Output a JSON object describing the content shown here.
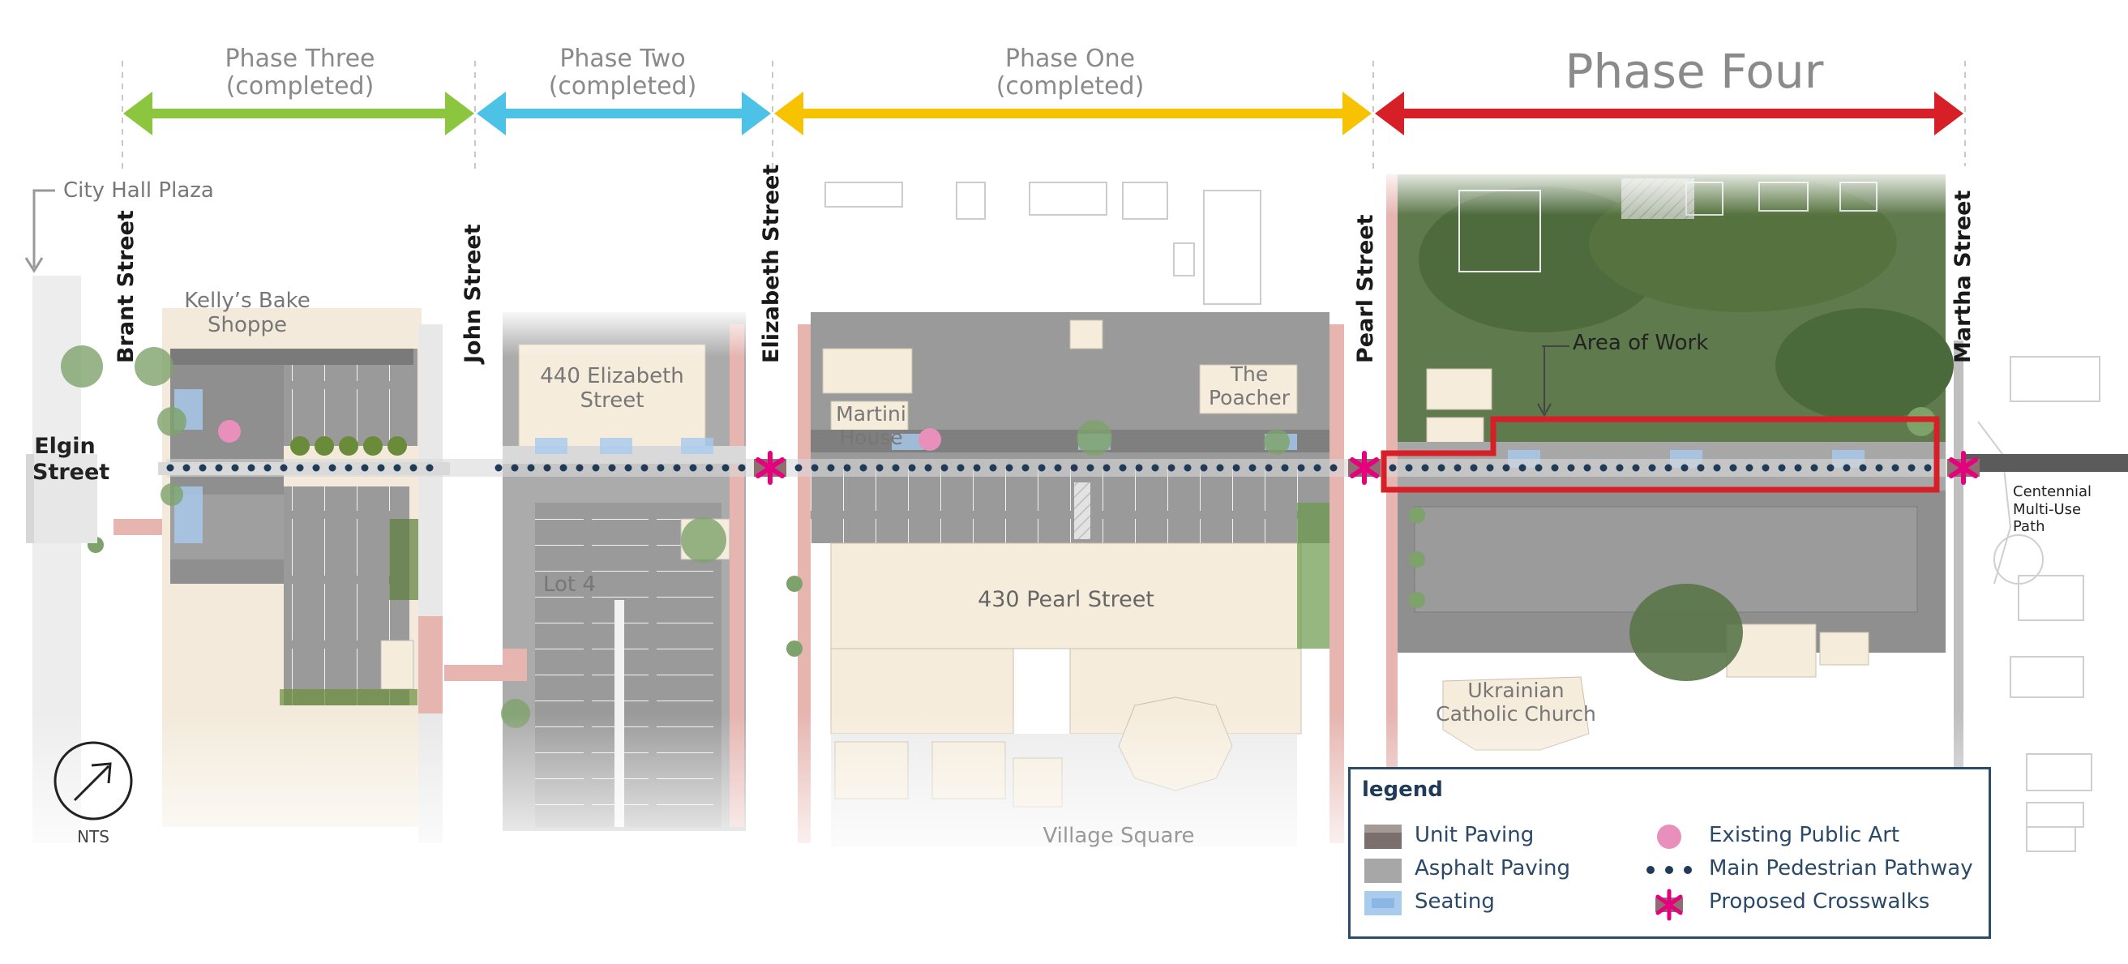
{
  "phases": [
    {
      "name": "Phase Three",
      "status": "(completed)",
      "color": "#8cc63f"
    },
    {
      "name": "Phase Two",
      "status": "(completed)",
      "color": "#4cc3e6"
    },
    {
      "name": "Phase One",
      "status": "(completed)",
      "color": "#f7c300"
    },
    {
      "name": "Phase Four",
      "status": "",
      "color": "#d71f27"
    }
  ],
  "streets": {
    "brant": "Brant Street",
    "john": "John Street",
    "elizabeth": "Elizabeth Street",
    "pearl": "Pearl Street",
    "martha": "Martha Street",
    "elgin": "Elgin Street"
  },
  "labels": {
    "city_hall": "City Hall Plaza",
    "kellys": "Kelly’s Bake Shoppe",
    "elizabeth_440": "440 Elizabeth Street",
    "lot4": "Lot 4",
    "martini": "Martini House",
    "poacher": "The Poacher",
    "pearl_430": "430 Pearl Street",
    "village": "Village Square",
    "ukrainian": "Ukrainian Catholic Church",
    "area_of_work": "Area of Work",
    "centennial": "Centennial Multi-Use Path",
    "nts": "NTS"
  },
  "legend": {
    "title": "legend",
    "items": [
      {
        "label": "Unit Paving",
        "icon": "unit-paving-swatch"
      },
      {
        "label": "Asphalt Paving",
        "icon": "asphalt-paving-swatch"
      },
      {
        "label": "Seating",
        "icon": "seating-swatch"
      },
      {
        "label": "Existing Public Art",
        "icon": "public-art-dot"
      },
      {
        "label": "Main Pedestrian Pathway",
        "icon": "pathway-dots"
      },
      {
        "label": "Proposed Crosswalks",
        "icon": "crosswalk-star"
      }
    ]
  },
  "colors": {
    "pathway": "#1f3b57",
    "crosswalk": "#e6007e",
    "area_of_work": "#d71f27",
    "public_art": "#e890bb",
    "seating": "#a9cbed",
    "building": "#f5ecdc"
  }
}
